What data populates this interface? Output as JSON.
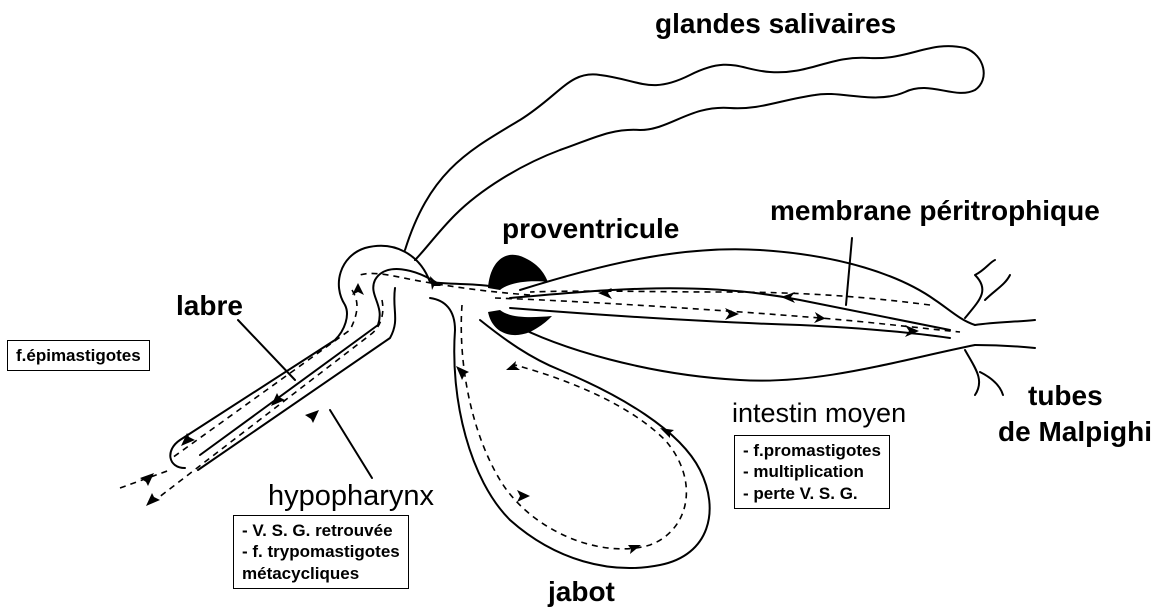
{
  "labels": {
    "salivary": "glandes salivaires",
    "proventricule": "proventricule",
    "membrane": "membrane péritrophique",
    "labre": "labre",
    "hypopharynx": "hypopharynx",
    "intestin": "intestin moyen",
    "tubes_line1": "tubes",
    "tubes_line2": "de Malpighi",
    "jabot": "jabot"
  },
  "boxes": {
    "epimastigotes": [
      "f.épimastigotes"
    ],
    "midgut": [
      "- f.promastigotes",
      "- multiplication",
      "- perte V. S. G."
    ],
    "hypopharynx": [
      "- V. S. G. retrouvée",
      "- f. trypomastigotes",
      "métacycliques"
    ]
  }
}
